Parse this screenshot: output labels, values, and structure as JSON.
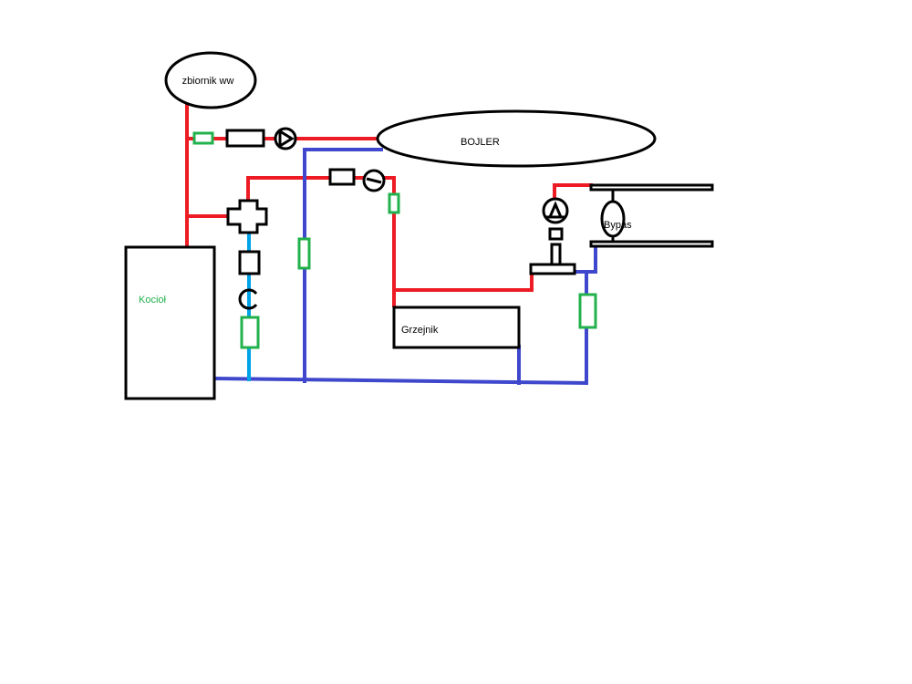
{
  "labels": {
    "tank": "zbiornik ww",
    "boiler_tank": "BOJLER",
    "boiler": "Kocioł",
    "radiator": "Grzejnik",
    "bypass": "Bypas"
  },
  "colors": {
    "supply_pipe": "#ed1c24",
    "return_pipe": "#3f48cc",
    "return_branch": "#00a2e8",
    "component_green": "#22b14c",
    "outline": "#000000",
    "background": "#ffffff"
  }
}
